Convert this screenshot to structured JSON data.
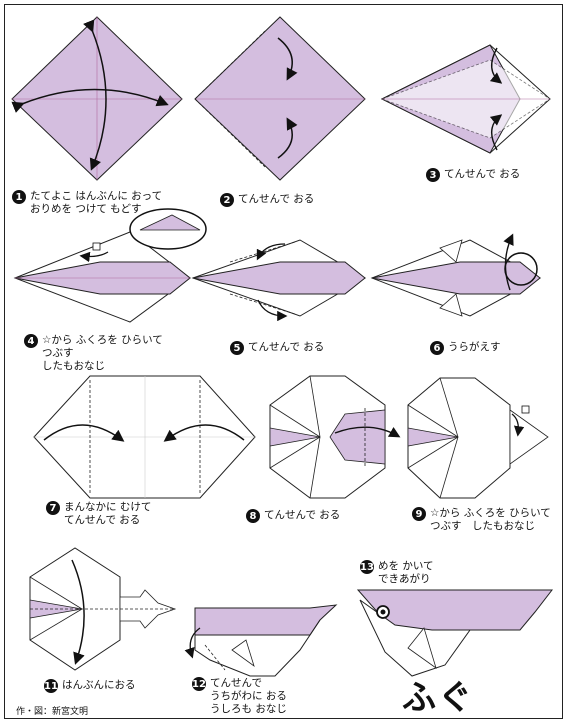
{
  "steps": [
    {
      "num": "1",
      "lines": [
        "たてよこ はんぶんに おって",
        "おりめを つけて もどす"
      ]
    },
    {
      "num": "2",
      "lines": [
        "てんせんで おる"
      ]
    },
    {
      "num": "3",
      "lines": [
        "てんせんで おる"
      ]
    },
    {
      "num": "4",
      "lines": [
        "☆から ふくろを ひらいて",
        "つぶす",
        "したもおなじ"
      ]
    },
    {
      "num": "5",
      "lines": [
        "てんせんで おる"
      ]
    },
    {
      "num": "6",
      "lines": [
        "うらがえす"
      ]
    },
    {
      "num": "7",
      "lines": [
        "まんなかに むけて",
        "てんせんで おる"
      ]
    },
    {
      "num": "8",
      "lines": [
        "てんせんで おる"
      ]
    },
    {
      "num": "9",
      "lines": [
        "☆から ふくろを ひらいて",
        "つぶす　したもおなじ"
      ]
    },
    {
      "num": "11",
      "lines": [
        "はんぶんにおる"
      ]
    },
    {
      "num": "12",
      "lines": [
        "てんせんで",
        "うちがわに おる",
        "うしろも おなじ"
      ]
    },
    {
      "num": "13",
      "lines": [
        "めを かいて",
        "できあがり"
      ]
    }
  ],
  "title": "ふぐ",
  "credit": "作・図：新宮文明",
  "colors": {
    "paper": "#d4bedf",
    "line": "#222222",
    "crease": "#b06aa0",
    "back": "#ffffff"
  }
}
